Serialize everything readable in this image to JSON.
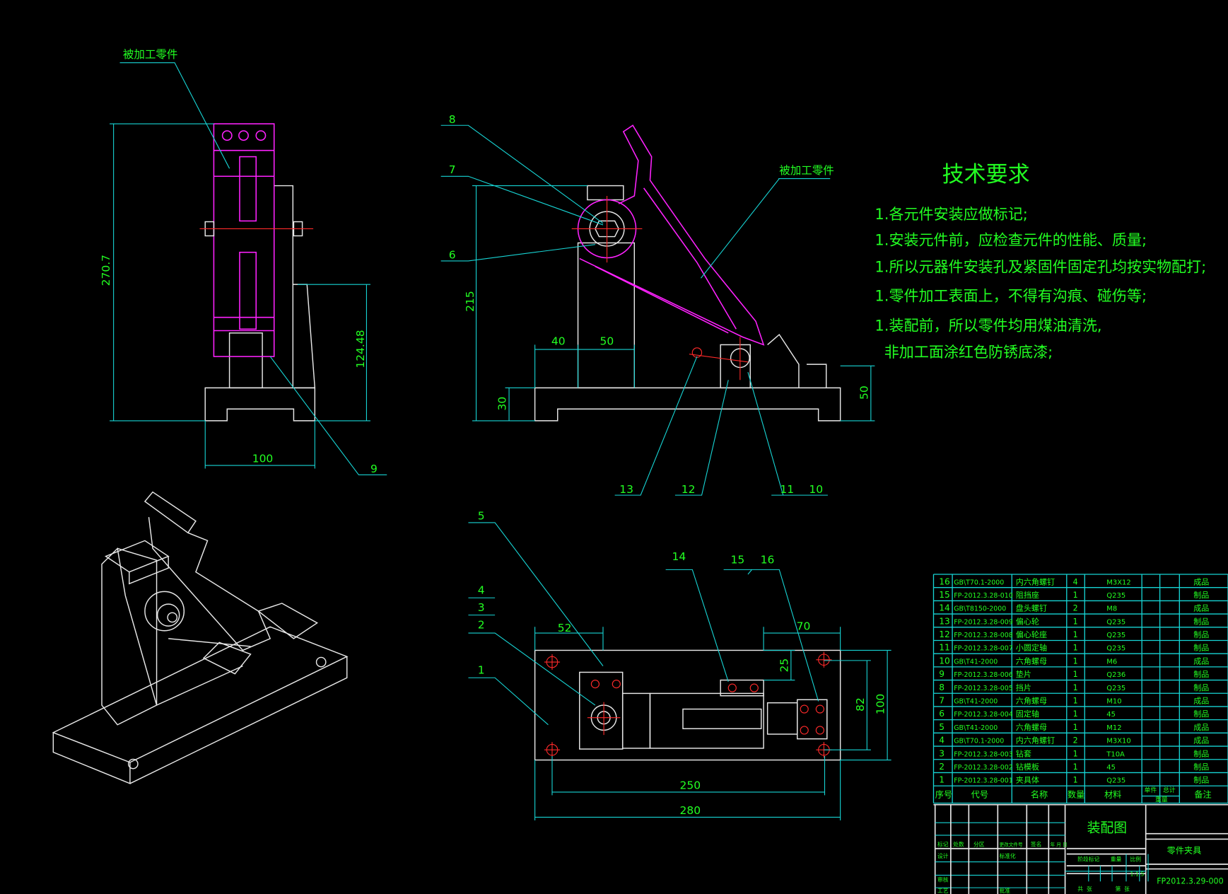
{
  "labels": {
    "workpiece_left": "被加工零件",
    "workpiece_mid": "被加工零件",
    "balloons": {
      "b1": "1",
      "b2": "2",
      "b3": "3",
      "b4": "4",
      "b5": "5",
      "b6": "6",
      "b7": "7",
      "b8": "8",
      "b9": "9",
      "b10": "10",
      "b11": "11",
      "b12": "12",
      "b13": "13",
      "b14": "14",
      "b15": "15",
      "b16": "16"
    }
  },
  "dimensions": {
    "left_height": "270.7",
    "left_support": "124.48",
    "left_width": "100",
    "mid_height": "215",
    "mid_base": "30",
    "mid_40": "40",
    "mid_50": "50",
    "mid_right_50": "50",
    "plan_52": "52",
    "plan_70": "70",
    "plan_25": "25",
    "plan_82": "82",
    "plan_100": "100",
    "plan_250": "250",
    "plan_280": "280"
  },
  "tech": {
    "title": "技术要求",
    "lines": [
      "1.各元件安装应做标记;",
      "1.安装元件前，应检查元件的性能、质量;",
      "1.所以元器件安装孔及紧固件固定孔均按实物配打;",
      "1.零件加工表面上，不得有沟痕、碰伤等;",
      "1.装配前，所以零件均用煤油清洗,",
      "  非加工面涂红色防锈底漆;"
    ]
  },
  "bom": {
    "rows": [
      [
        "16",
        "GB\\T70.1-2000",
        "内六角螺钉",
        "4",
        "M3X12",
        "成品"
      ],
      [
        "15",
        "FP-2012.3.28-010",
        "阻挡座",
        "1",
        "Q235",
        "制品"
      ],
      [
        "14",
        "GB\\T8150-2000",
        "盘头螺钉",
        "2",
        "M8",
        "成品"
      ],
      [
        "13",
        "FP-2012.3.28-009",
        "偏心轮",
        "1",
        "Q235",
        "制品"
      ],
      [
        "12",
        "FP-2012.3.28-008",
        "偏心轮座",
        "1",
        "Q235",
        "制品"
      ],
      [
        "11",
        "FP-2012.3.28-007",
        "小圆定轴",
        "1",
        "Q235",
        "制品"
      ],
      [
        "10",
        "GB\\T41-2000",
        "六角螺母",
        "1",
        "M6",
        "成品"
      ],
      [
        "9",
        "FP-2012.3.28-006",
        "垫片",
        "1",
        "Q236",
        "制品"
      ],
      [
        "8",
        "FP-2012.3.28-005",
        "挡片",
        "1",
        "Q235",
        "制品"
      ],
      [
        "7",
        "GB\\T41-2000",
        "六角螺母",
        "1",
        "M10",
        "成品"
      ],
      [
        "6",
        "FP-2012.3.28-004",
        "固定轴",
        "1",
        "45",
        "制品"
      ],
      [
        "5",
        "GB\\T41-2000",
        "六角螺母",
        "1",
        "M12",
        "成品"
      ],
      [
        "4",
        "GB\\T70.1-2000",
        "内六角螺钉",
        "2",
        "M3X10",
        "成品"
      ],
      [
        "3",
        "FP-2012.3.28-003",
        "钻套",
        "1",
        "T10A",
        "制品"
      ],
      [
        "2",
        "FP-2012.3.28-002",
        "钻模板",
        "1",
        "45",
        "制品"
      ],
      [
        "1",
        "FP-2012.3.28-001",
        "夹具体",
        "1",
        "Q235",
        "制品"
      ]
    ],
    "headers": {
      "no": "序号",
      "code": "代号",
      "name": "名称",
      "qty": "数量",
      "material": "材料",
      "unit": "单件",
      "total": "总计",
      "weight": "重量",
      "remark": "备注"
    }
  },
  "title_block": {
    "drawing_title": "装配图",
    "part_name": "零件夹具",
    "drawing_no": "FP2012.3.29-000",
    "scale": "1:1.5",
    "mark": "标记",
    "count": "处数",
    "zone": "分区",
    "change_doc": "更改文件号",
    "sign": "签名",
    "date": "年 月 日",
    "design": "设计",
    "standard": "标准化",
    "review": "审核",
    "process": "工艺",
    "approve": "批准",
    "stage_mark": "阶段标记",
    "weight": "重量",
    "ratio": "比例",
    "sheets_total": "共  张",
    "sheet_no": "第  张"
  }
}
